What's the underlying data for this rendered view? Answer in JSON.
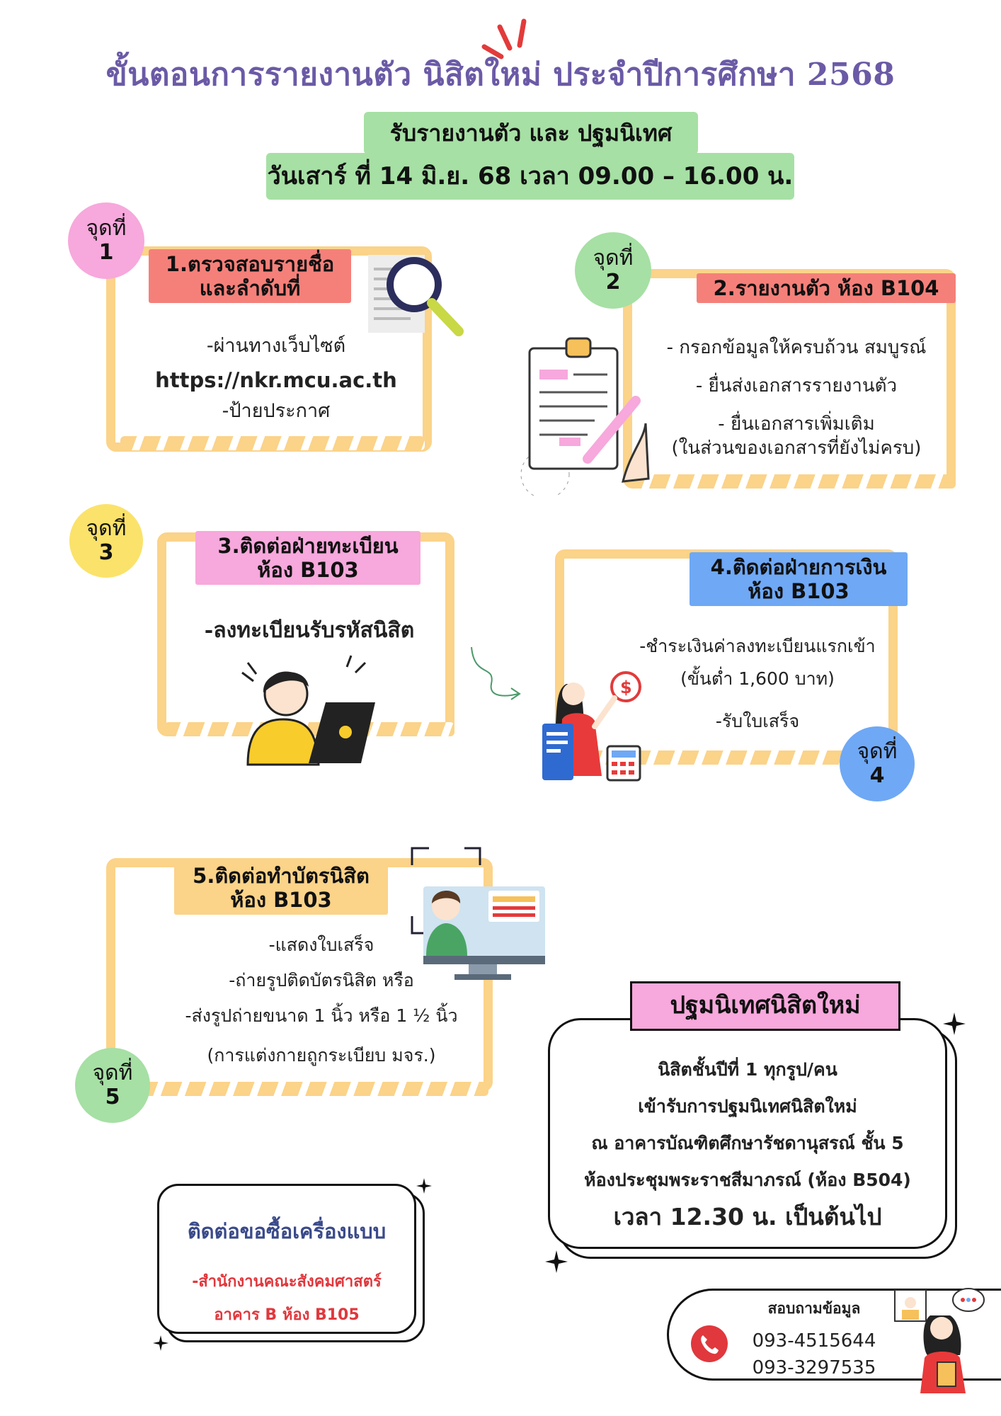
{
  "header": {
    "title": "ขั้นตอนการรายงานตัว นิสิตใหม่ ประจำปีการศึกษา 2568",
    "banner_line1": "รับรายงานตัว และ ปฐมนิเทศ",
    "banner_line2": "วันเสาร์ ที่ 14 มิ.ย. 68 เวลา 09.00 – 16.00 น."
  },
  "steps": [
    {
      "badge_label": "จุดที่",
      "badge_num": "1",
      "title_line1": "1.ตรวจสอบรายชื่อ",
      "title_line2": "และลำดับที่",
      "lines": [
        "-ผ่านทางเว็บไซต์",
        "https://nkr.mcu.ac.th",
        "-ป้ายประกาศ"
      ],
      "icon": "magnifier-document-icon"
    },
    {
      "badge_label": "จุดที่",
      "badge_num": "2",
      "title_line1": "2.รายงานตัว ห้อง B104",
      "lines": [
        "- กรอกข้อมูลให้ครบถ้วน สมบูรณ์",
        "- ยื่นส่งเอกสารรายงานตัว",
        "- ยื่นเอกสารเพิ่มเติม",
        "(ในส่วนของเอกสารที่ยังไม่ครบ)"
      ],
      "icon": "clipboard-pencil-icon"
    },
    {
      "badge_label": "จุดที่",
      "badge_num": "3",
      "title_line1": "3.ติดต่อฝ่ายทะเบียน",
      "title_line2": "ห้อง B103",
      "lines": [
        "-ลงทะเบียนรับรหัสนิสิต"
      ],
      "icon": "person-laptop-icon"
    },
    {
      "badge_label": "จุดที่",
      "badge_num": "4",
      "title_line1": "4.ติดต่อฝ่ายการเงิน",
      "title_line2": "ห้อง B103",
      "lines": [
        "-ชำระเงินค่าลงทะเบียนแรกเข้า",
        "(ขั้นต่ำ 1,600 บาท)",
        "-รับใบเสร็จ"
      ],
      "icon": "finance-woman-icon"
    },
    {
      "badge_label": "จุดที่",
      "badge_num": "5",
      "title_line1": "5.ติดต่อทำบัตรนิสิต",
      "title_line2": "ห้อง B103",
      "lines": [
        "-แสดงใบเสร็จ",
        "-ถ่ายรูปติดบัตรนิสิต หรือ",
        "-ส่งรูปถ่ายขนาด 1 นิ้ว หรือ 1 ½ นิ้ว",
        "(การแต่งกายถูกระเบียบ มจร.)"
      ],
      "icon": "id-card-monitor-icon"
    }
  ],
  "orientation": {
    "title": "ปฐมนิเทศนิสิตใหม่",
    "lines": [
      "นิสิตชั้นปีที่ 1 ทุกรูป/คน",
      "เข้ารับการปฐมนิเทศนิสิตใหม่",
      "ณ อาคารบัณฑิตศึกษารัชดานุสรณ์ ชั้น 5",
      "ห้องประชุมพระราชสีมาภรณ์ (ห้อง B504)"
    ],
    "time": "เวลา 12.30 น. เป็นต้นไป"
  },
  "uniform": {
    "title": "ติดต่อขอซื้อเครื่องแบบ",
    "line1": "-สำนักงานคณะสังคมศาสตร์",
    "line2": "อาคาร B ห้อง B105"
  },
  "inquiry": {
    "label": "สอบถามข้อมูล",
    "phone1": "093-4515644",
    "phone2": "093-3297535"
  },
  "colors": {
    "title": "#6b5aa6",
    "frame": "#fbd389",
    "green": "#a6e0a4",
    "step1": "#f5807a",
    "step2": "#f5807a",
    "step3": "#f7a8dc",
    "step4": "#6fa8f5",
    "step5": "#fbd389",
    "badge1": "#f7a8dc",
    "badge2": "#a6e0a4",
    "badge3": "#fbe26a",
    "badge4": "#6fa8f5",
    "badge5": "#a6e0a4",
    "contact_red": "#e0383d"
  }
}
